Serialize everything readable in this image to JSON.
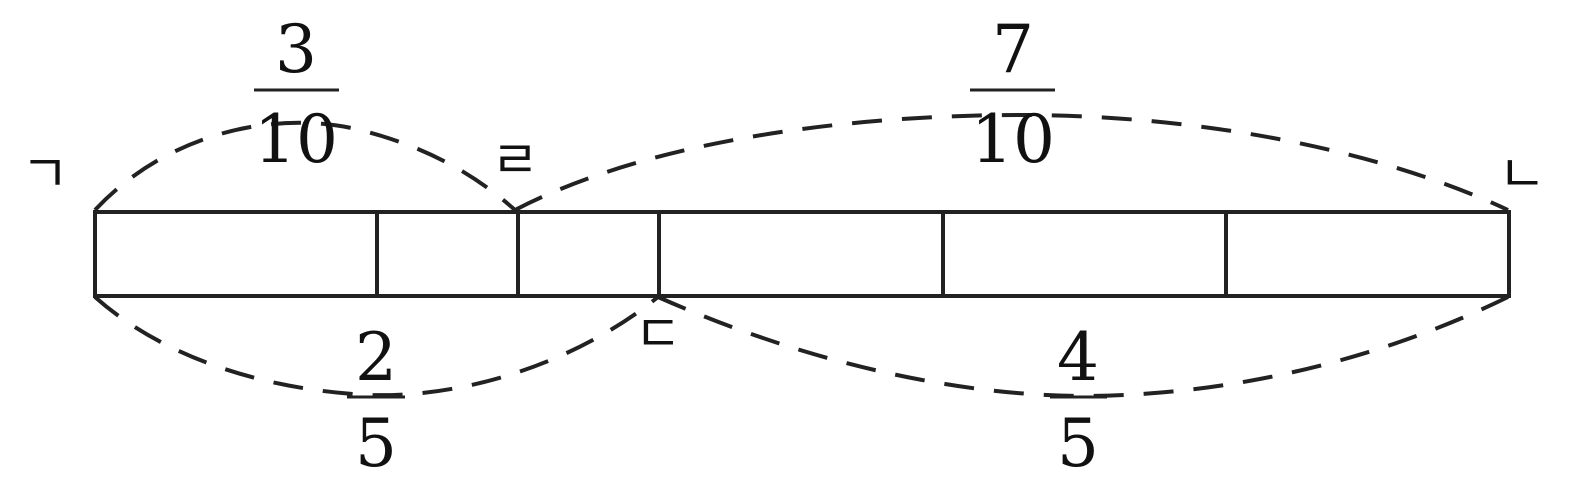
{
  "points": {
    "a": "ㄱ",
    "b": "ㄴ",
    "c": "ㄷ",
    "d": "ㄹ"
  },
  "fractions": {
    "top_left": {
      "numerator": "3",
      "denominator": "10"
    },
    "top_right": {
      "numerator": "7",
      "denominator": "10"
    },
    "bottom_left": {
      "numerator": "2",
      "denominator": "5"
    },
    "bottom_right": {
      "numerator": "4",
      "denominator": "5"
    }
  },
  "colors": {
    "stroke": "#222222",
    "text": "#111111",
    "background": "#ffffff"
  }
}
